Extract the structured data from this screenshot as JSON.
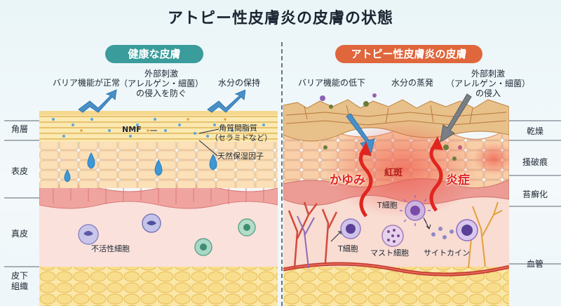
{
  "title": "アトピー性皮膚炎の皮膚の状態",
  "left_panel": {
    "heading": "健康な皮膚",
    "callouts": {
      "barrier": "バリア機能が正常",
      "irritant_line1": "外部刺激",
      "irritant_line2": "（アレルゲン・細菌）",
      "irritant_line3": "の侵入を防ぐ",
      "moisture": "水分の保持"
    },
    "labels": {
      "nmf": "NMF",
      "lipid_line1": "角質間脂質",
      "lipid_line2": "（セラミドなど）",
      "natural_moisturizing": "天然保湿因子",
      "inactive_cells": "不活性細胞"
    }
  },
  "right_panel": {
    "heading": "アトピー性皮膚炎の皮膚",
    "callouts": {
      "barrier_down": "バリア機能の低下",
      "evaporation": "水分の蒸発",
      "irritant_line1": "外部刺激",
      "irritant_line2": "（アレルゲン・細菌）",
      "irritant_line3": "の侵入"
    },
    "labels": {
      "itch": "かゆみ",
      "erythema": "紅斑",
      "inflammation": "炎症",
      "t_cell_upper": "T細胞",
      "t_cell_lower": "T細胞",
      "mast_cell": "マスト細胞",
      "cytokine": "サイトカイン"
    }
  },
  "layers_left": {
    "stratum_corneum": "角層",
    "epidermis": "表皮",
    "dermis": "真皮",
    "subcutis_line1": "皮下",
    "subcutis_line2": "組織"
  },
  "layers_right": {
    "dryness": "乾燥",
    "scratch": "搔破痕",
    "lichen": "苔癬化",
    "vessel": "血管"
  },
  "colors": {
    "teal": "#3a9c9b",
    "orange": "#e0663c",
    "arrow_blue": "#4a90c8",
    "red": "#e0251f"
  }
}
